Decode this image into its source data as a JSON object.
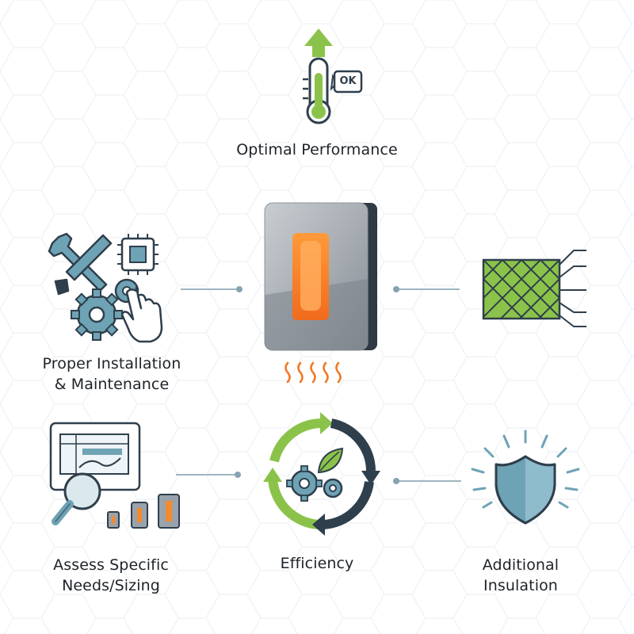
{
  "optimal": {
    "label": "Optimal Performance",
    "badge": "OK"
  },
  "installation": {
    "label_line1": "Proper Installation",
    "label_line2": "& Maintenance"
  },
  "assess": {
    "label_line1": "Assess Specific",
    "label_line2": "Needs/Sizing"
  },
  "efficiency": {
    "label": "Efficiency"
  },
  "insulation": {
    "label_line1": "Additional",
    "label_line2": "Insulation"
  },
  "colors": {
    "green": "#8bc34a",
    "orange": "#f28a2e",
    "slate": "#5e6f7c",
    "teal": "#6ea3b5",
    "navy": "#2f3f4c"
  }
}
